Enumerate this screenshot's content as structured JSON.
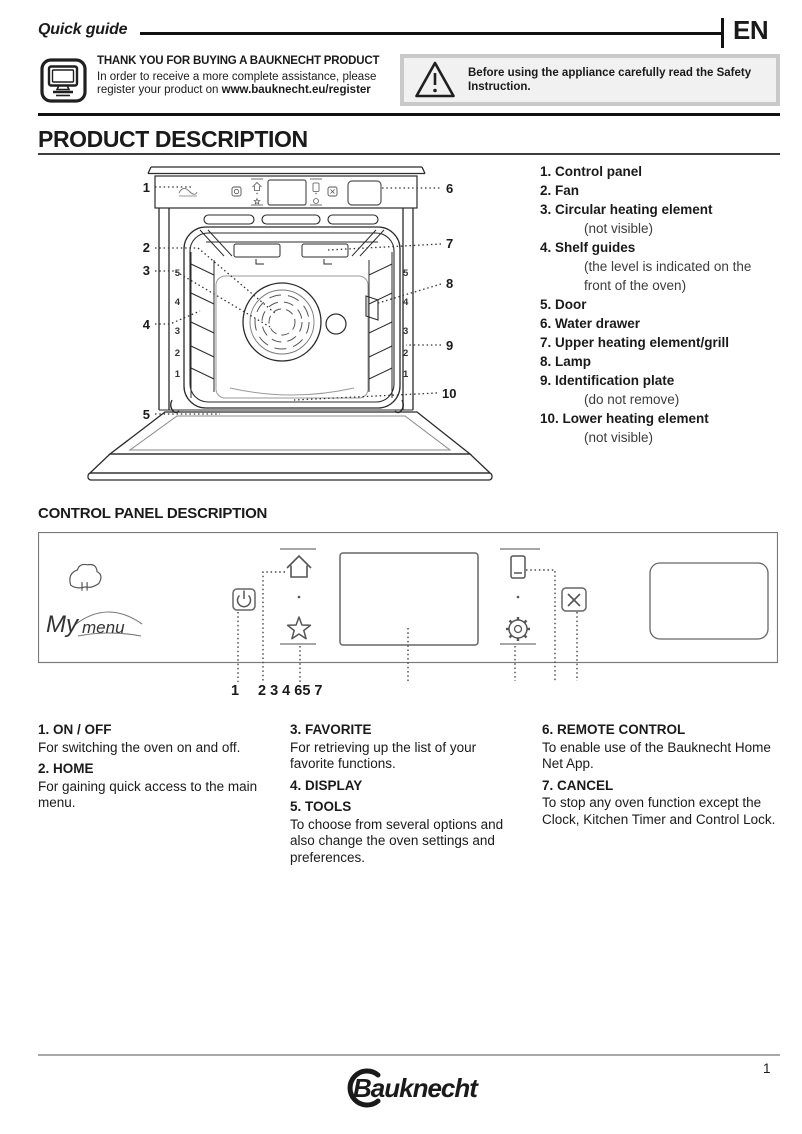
{
  "header": {
    "title": "Quick guide",
    "lang": "EN"
  },
  "register": {
    "heading": "THANK YOU FOR BUYING A BAUKNECHT PRODUCT",
    "body": "In order to receive a more complete assistance, please register your product on ",
    "url": "www.bauknecht.eu/register"
  },
  "warning": {
    "text": "Before using the appliance carefully read the Safety Instruction."
  },
  "product": {
    "title": "PRODUCT DESCRIPTION"
  },
  "oven": {
    "callouts": [
      "1",
      "2",
      "3",
      "4",
      "5",
      "6",
      "7",
      "8",
      "9",
      "10"
    ],
    "shelf_levels": [
      "5",
      "4",
      "3",
      "2",
      "1"
    ]
  },
  "parts": [
    {
      "label": "1. Control panel"
    },
    {
      "label": "2. Fan"
    },
    {
      "label": "3. Circular heating element",
      "note": "(not visible)"
    },
    {
      "label": "4. Shelf guides",
      "note": "(the level is indicated on the front of the oven)"
    },
    {
      "label": "5. Door"
    },
    {
      "label": "6. Water drawer"
    },
    {
      "label": "7. Upper heating element/grill"
    },
    {
      "label": "8. Lamp"
    },
    {
      "label": "9. Identification plate",
      "note": "(do not remove)"
    },
    {
      "label": "10. Lower heating element",
      "note": "(not visible)"
    }
  ],
  "panel": {
    "title": "CONTROL PANEL DESCRIPTION",
    "logo_my": "My",
    "logo_menu": "menu",
    "num1": "1",
    "nums": "2 3 4 65 7"
  },
  "functions": {
    "col1": [
      {
        "h": "1. ON / OFF",
        "p": "For switching the oven on and off."
      },
      {
        "h": "2. HOME",
        "p": "For gaining quick access to the main menu."
      }
    ],
    "col2": [
      {
        "h": "3. FAVORITE",
        "p": "For retrieving up the list of your favorite functions."
      },
      {
        "h": "4. DISPLAY",
        "p": ""
      },
      {
        "h": "5. TOOLS",
        "p": "To choose from several options and also change the oven settings and preferences."
      }
    ],
    "col3": [
      {
        "h": "6. REMOTE CONTROL",
        "p": "To enable use of the Bauknecht Home Net App."
      },
      {
        "h": "7. CANCEL",
        "p": "To stop any oven function except the Clock, Kitchen Timer and Control Lock."
      }
    ]
  },
  "footer": {
    "page": "1",
    "brand": "Bauknecht"
  }
}
